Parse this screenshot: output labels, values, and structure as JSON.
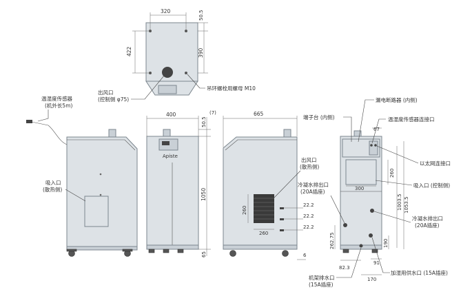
{
  "top_view": {
    "dims": {
      "width": "320",
      "depth": "422",
      "offset_top": "50.5",
      "offset_right": "390"
    },
    "labels": {
      "exhaust": "出风口",
      "exhaust_sub": "(控制侧 φ75)",
      "eyebolt": "吊环螺栓用螺母 M10"
    }
  },
  "front_view": {
    "dims": {
      "width": "400",
      "top": "50.5",
      "gap": "(7)",
      "height": "1050",
      "bottom": "65"
    }
  },
  "side_view": {
    "dims": {
      "depth": "665",
      "grille_height": "260",
      "grille_width": "260",
      "port1": "22.2",
      "port2": "22.2",
      "port3": "22.2",
      "bottom": "6"
    },
    "labels": {
      "exhaust_side": "出风口",
      "exhaust_side_sub": "(散热侧)"
    }
  },
  "left_view": {
    "labels": {
      "sensor": "温湿度传感器",
      "sensor_sub": "(机外长5m)",
      "intake": "吸入口",
      "intake_sub": "(散热侧)"
    }
  },
  "rear_view": {
    "dims": {
      "top_offset": "67",
      "panel_width": "300",
      "panel_height": "260",
      "h1": "1003.5",
      "h2": "1053.5",
      "h3": "190",
      "left_h": "262.75",
      "bottom_left": "82.3",
      "bottom_right": "91",
      "total": "170"
    },
    "labels": {
      "breaker": "漏电断路器 (内侧)",
      "terminal": "端子台 (内侧)",
      "sensor_conn": "温湿度传感器连接口",
      "ethernet": "以太网连接口",
      "intake_ctrl": "吸入口 (控制侧)",
      "cond_left": "冷凝水排出口",
      "cond_left_sub": "(20A插座)",
      "cond_right": "冷凝水排出口",
      "cond_right_sub": "(20A插座)",
      "frame_drain": "机架排水口",
      "frame_drain_sub": "(15A插座)",
      "humid_supply": "加湿用供水口 (15A插座)"
    }
  }
}
